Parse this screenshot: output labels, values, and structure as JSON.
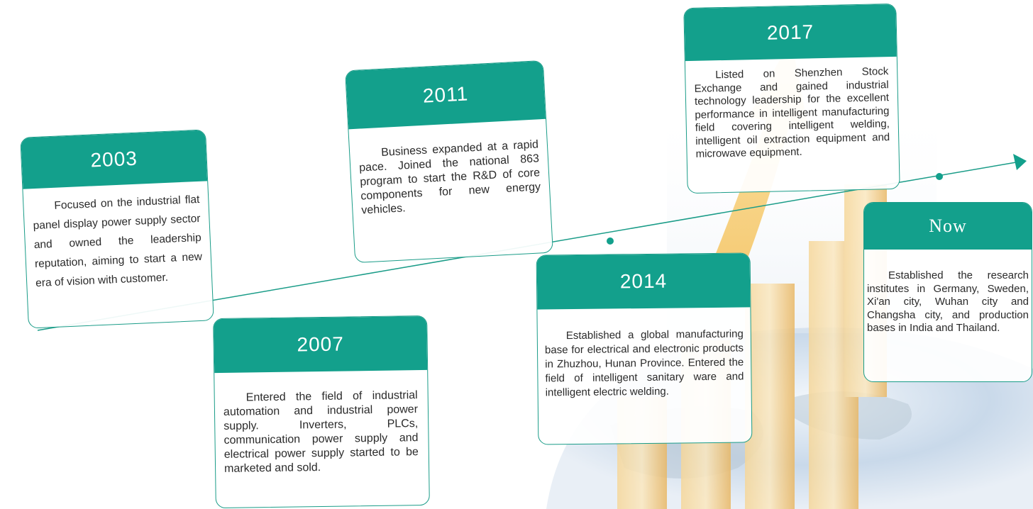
{
  "milestones": [
    {
      "year": "2003",
      "text": "Focused on the industrial flat panel display power supply sector and owned the leadership reputation, aiming to start a new era of vision with customer."
    },
    {
      "year": "2007",
      "text": "Entered the field of industrial automation and industrial power supply. Inverters, PLCs, communication power supply and electrical power supply started to be marketed and sold."
    },
    {
      "year": "2011",
      "text": "Business expanded at a rapid pace. Joined the national 863 program to start the R&D of core components for new energy vehicles."
    },
    {
      "year": "2014",
      "text": "Established a global manufacturing base for electrical and electronic products in Zhuzhou, Hunan Province. Entered the field of intelligent sanitary ware and intelligent electric welding."
    },
    {
      "year": "2017",
      "text": "Listed on Shenzhen Stock Exchange and gained industrial technology leadership for the excellent performance in intelligent manufacturing field covering intelligent welding, intelligent oil extraction equipment and microwave equipment."
    },
    {
      "year": "Now",
      "text": "Established the research institutes in Germany, Sweden, Xi'an city, Wuhan city and Changsha city, and production bases in India and Thailand."
    }
  ],
  "colors": {
    "accent": "#13a08c",
    "line": "#1a9c88",
    "arrow_gold": "#f0b43c"
  }
}
